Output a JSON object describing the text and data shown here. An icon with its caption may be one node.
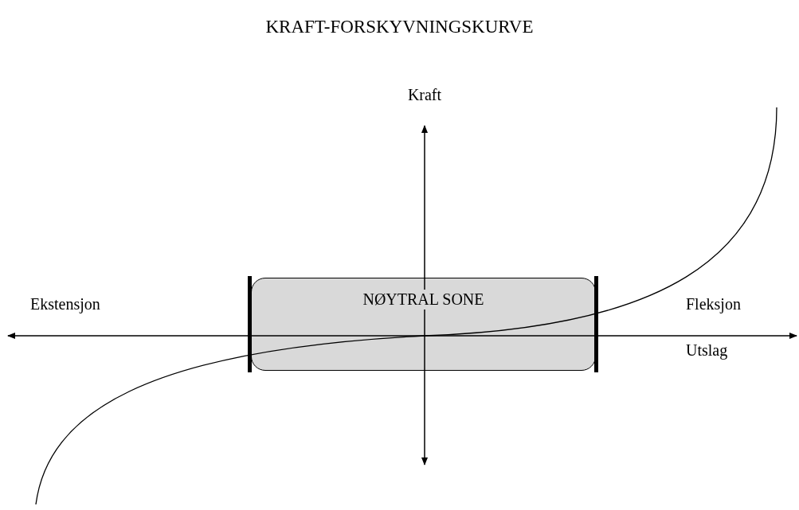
{
  "diagram": {
    "title": "KRAFT-FORSKYVNINGSKURVE",
    "nodes": [
      {
        "text": [
          "NØYTRAL SONE"
        ]
      }
    ],
    "labels": [
      "Kraft",
      "Ekstensjon",
      "Fleksjon",
      "Utslag"
    ]
  }
}
